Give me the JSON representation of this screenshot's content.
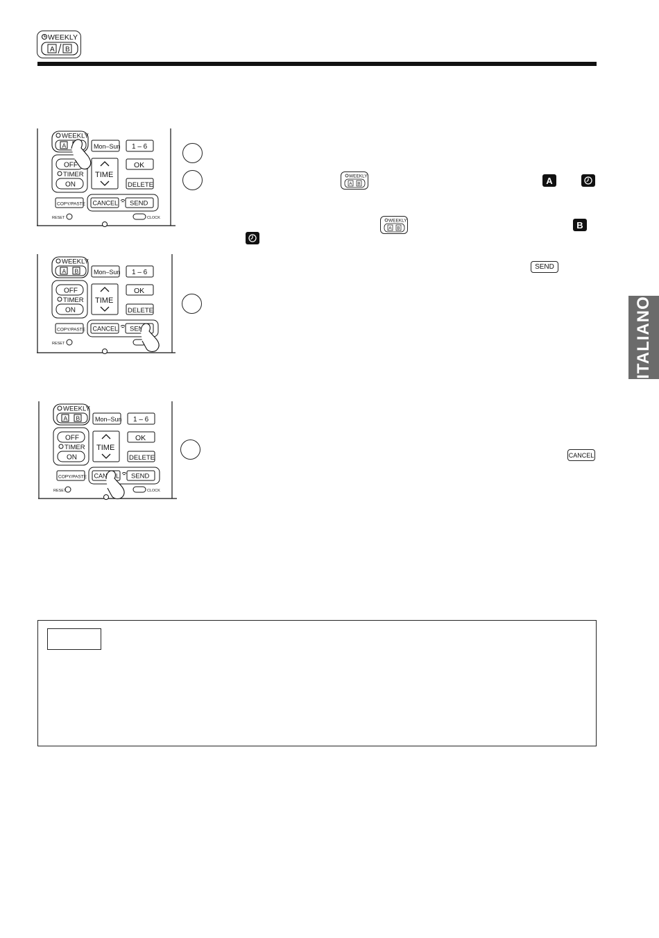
{
  "header": {
    "badge": {
      "weekly_label": "WEEKLY",
      "a_label": "A",
      "b_label": "B"
    }
  },
  "remote": {
    "weekly_label": "WEEKLY",
    "a_label": "A",
    "b_label": "B",
    "mon_sun_label": "Mon–Sun",
    "one_six_label": "1 – 6",
    "off_label": "OFF",
    "timer_label": "TIMER",
    "on_label": "ON",
    "time_label": "TIME",
    "ok_label": "OK",
    "delete_label": "DELETE",
    "copy_paste_label": "COPY/PASTE",
    "cancel_label": "CANCEL",
    "send_label": "SEND",
    "reset_label": "RESET",
    "clock_label": "CLOCK"
  },
  "inline_icons": {
    "weekly_label": "WEEKLY",
    "a_label": "A",
    "b_label": "B",
    "send_label": "SEND",
    "cancel_label": "CANCEL",
    "marker_a": "A",
    "marker_b": "B"
  },
  "side_tab": {
    "label": "ITALIANO"
  },
  "colors": {
    "ink": "#111111",
    "tab_gray": "#6b6b6b"
  }
}
